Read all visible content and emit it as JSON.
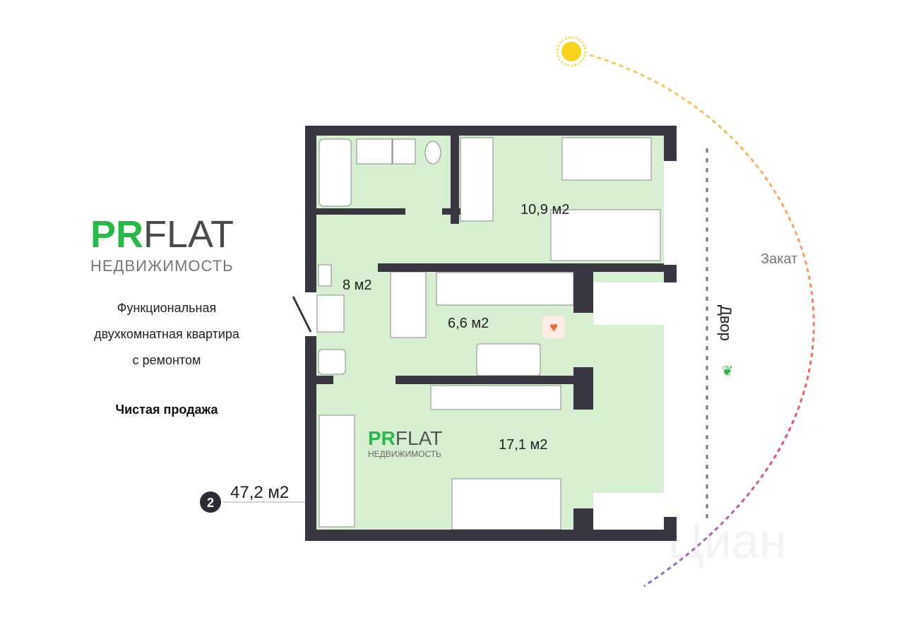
{
  "logo": {
    "pr": "PR",
    "flat": "FLAT",
    "sub": "НЕДВИЖИМОСТЬ"
  },
  "description": {
    "line1": "Функциональная",
    "line2": "двухкомнатная квартира",
    "line3": "с ремонтом"
  },
  "sale_type": "Чистая продажа",
  "floor_badge": "2",
  "total_area": "47,2 м2",
  "rooms": [
    {
      "area": "10,9 м2"
    },
    {
      "area": "8 м2"
    },
    {
      "area": "6,6 м2"
    },
    {
      "area": "17,1 м2"
    }
  ],
  "orientation": {
    "sunset": "Закат",
    "yard": "Двор"
  },
  "watermark": "Циан",
  "colors": {
    "room": "#d7efd1",
    "wall": "#3b3742",
    "accent": "#2bb84a"
  }
}
